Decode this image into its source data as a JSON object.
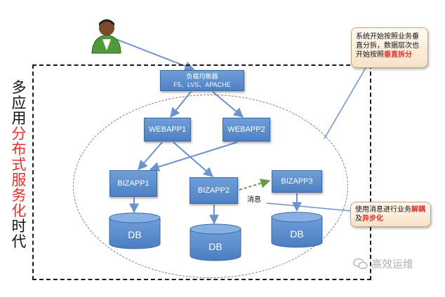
{
  "title_vertical": {
    "prefix": "多应用",
    "highlight": "分布式服务化",
    "suffix": "时代"
  },
  "nodes": {
    "lb": {
      "line1": "负载均衡器",
      "line2": "F5、LVS、APACHE"
    },
    "web1": "WEBAPP1",
    "web2": "WEBAPP2",
    "biz1": "BIZAPP1",
    "biz2": "BIZAPP2",
    "biz3": "BIZAPP3",
    "db1": "DB",
    "db2": "DB",
    "db3": "DB"
  },
  "message_label": "消息",
  "callout_top": {
    "text": "系统开始按照业务垂直分拆，数据层次也开始按照",
    "highlight": "垂直拆分"
  },
  "callout_bottom": {
    "text1": "使用消息进行业务",
    "highlight1": "解耦",
    "text2": "及",
    "highlight2": "异步化"
  },
  "watermark": "高效运维",
  "colors": {
    "node": "#5b8fd0",
    "accent_red": "#e0322b",
    "callout_bg": "#fbeedc",
    "arrow": "#6b93cc"
  },
  "icons": {
    "user": "user-avatar-icon",
    "wechat": "wechat-icon"
  }
}
